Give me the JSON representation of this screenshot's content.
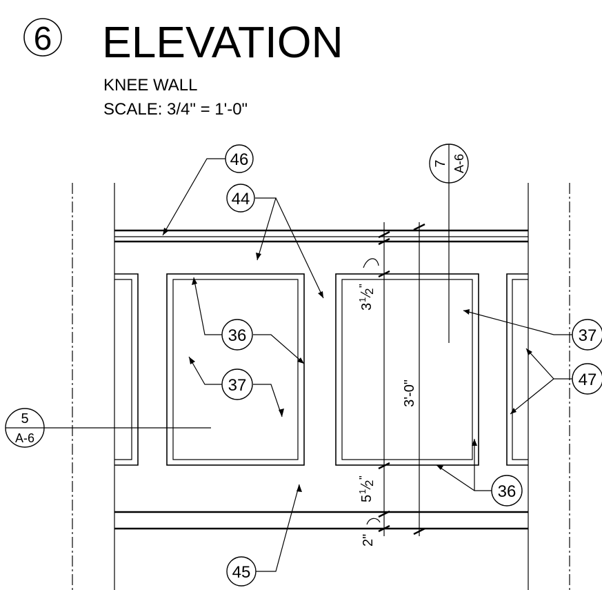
{
  "title": {
    "number": "6",
    "name": "ELEVATION",
    "subtitle": "KNEE WALL",
    "scale": "SCALE: 3/4\" = 1'-0\""
  },
  "keynotes": [
    {
      "id": "note-46",
      "label": "46"
    },
    {
      "id": "note-44",
      "label": "44"
    },
    {
      "id": "note-36-a",
      "label": "36"
    },
    {
      "id": "note-37-a",
      "label": "37"
    },
    {
      "id": "note-37-b",
      "label": "37"
    },
    {
      "id": "note-47",
      "label": "47"
    },
    {
      "id": "note-36-b",
      "label": "36"
    },
    {
      "id": "note-45",
      "label": "45"
    }
  ],
  "section_markers": [
    {
      "id": "section-5",
      "number": "5",
      "sheet": "A-6"
    },
    {
      "id": "section-7",
      "number": "7",
      "sheet": "A-6"
    }
  ],
  "dimensions": {
    "top_rail": {
      "whole": "3",
      "num": "1",
      "den": "2",
      "unit": "\""
    },
    "bottom_rail": {
      "whole": "5",
      "num": "1",
      "den": "2",
      "unit": "\""
    },
    "base": "2\"",
    "panel_height": "3'-0\""
  }
}
